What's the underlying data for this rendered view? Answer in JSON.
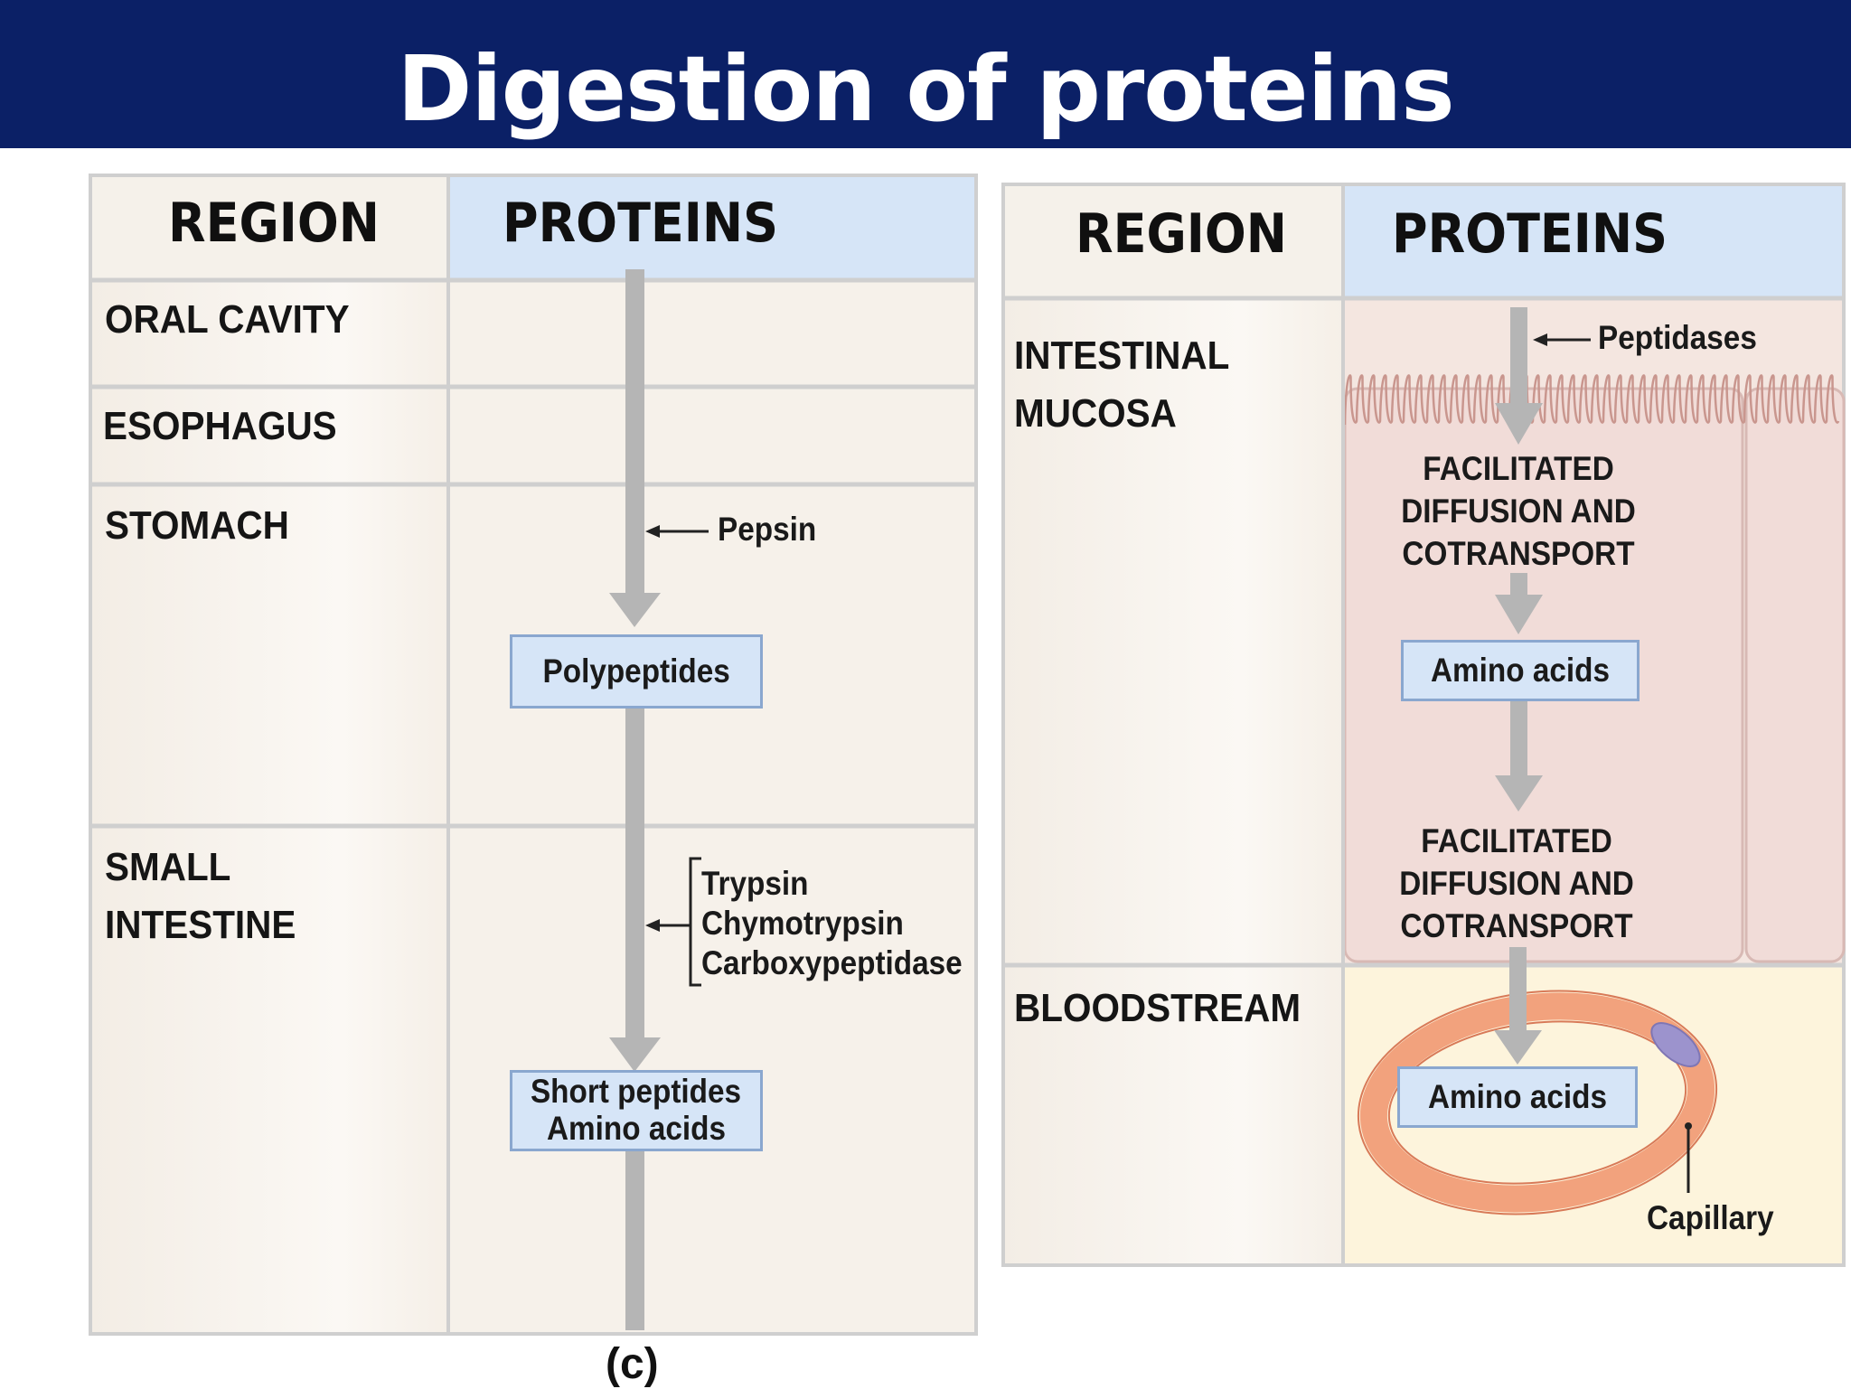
{
  "title": "Digestion of proteins",
  "left_panel": {
    "header_region": "REGION",
    "header_proteins": "PROTEINS",
    "regions": {
      "oral_cavity": "ORAL CAVITY",
      "esophagus": "ESOPHAGUS",
      "stomach": "STOMACH",
      "small_intestine_line1": "SMALL",
      "small_intestine_line2": "INTESTINE"
    },
    "enzymes": {
      "pepsin": "Pepsin",
      "trypsin": "Trypsin",
      "chymotrypsin": "Chymotrypsin",
      "carboxypeptidase": "Carboxypeptidase"
    },
    "boxes": {
      "polypeptides": "Polypeptides",
      "short_peptides": "Short peptides",
      "amino_acids": "Amino acids"
    },
    "caption": "(c)"
  },
  "right_panel": {
    "header_region": "REGION",
    "header_proteins": "PROTEINS",
    "regions": {
      "intestinal_line1": "INTESTINAL",
      "intestinal_line2": "MUCOSA",
      "bloodstream": "BLOODSTREAM"
    },
    "enzymes": {
      "peptidases": "Peptidases"
    },
    "transport_1": [
      "FACILITATED",
      "DIFFUSION AND",
      "COTRANSPORT"
    ],
    "transport_2": [
      "FACILITATED",
      "DIFFUSION AND",
      "COTRANSPORT"
    ],
    "boxes": {
      "amino_acids_mucosa": "Amino acids",
      "amino_acids_blood": "Amino acids"
    },
    "capillary_label": "Capillary"
  },
  "colors": {
    "title_bar": "#0b2066",
    "header_fill": "#d6e5f7",
    "region_fill": "#f6f1ea",
    "arrow": "#b5b5b5",
    "mucosa_fill": "#f1dcd8",
    "blood_fill": "#fdf4dc",
    "capillary": "#f2a27d",
    "cell_nucleus": "#9c93cd"
  }
}
